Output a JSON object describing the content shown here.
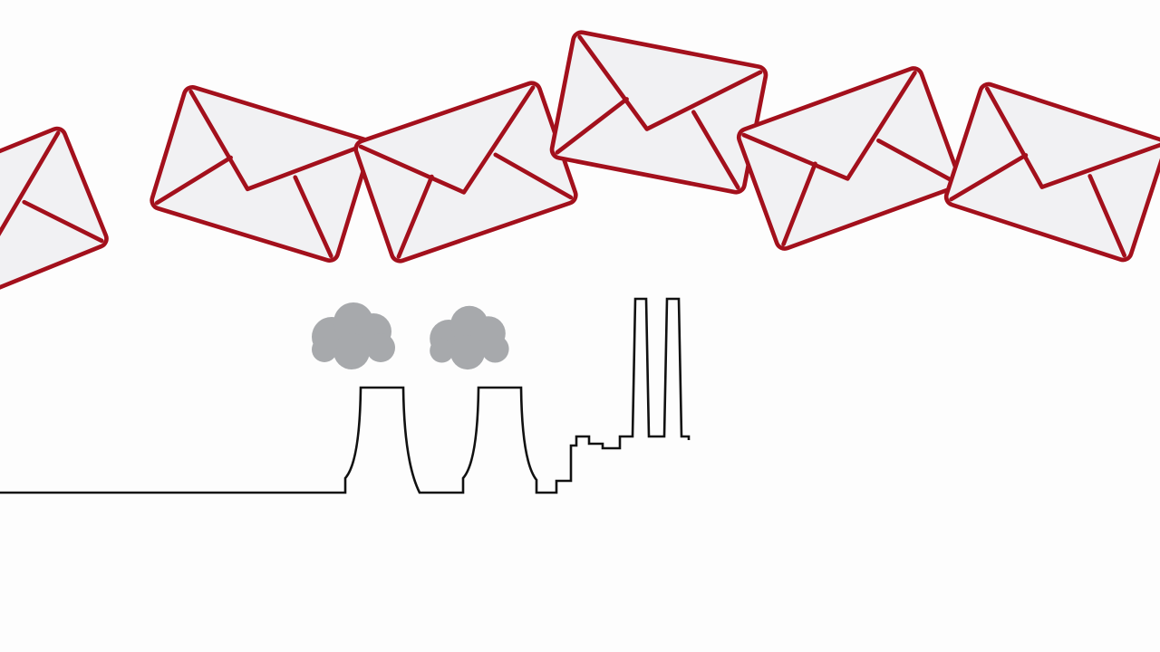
{
  "scene": {
    "envelope_count": 6,
    "smoke_cloud_count": 2,
    "icons": [
      "envelope-icon",
      "smoke-cloud-icon",
      "cooling-tower-icon",
      "factory-chimney-icon",
      "skyline-line"
    ]
  },
  "colors": {
    "background": "#fdfdfd",
    "envelope_stroke": "#a3101c",
    "envelope_fill": "#f1f1f3",
    "smoke": "#a7a9ac",
    "skyline": "#111111"
  }
}
